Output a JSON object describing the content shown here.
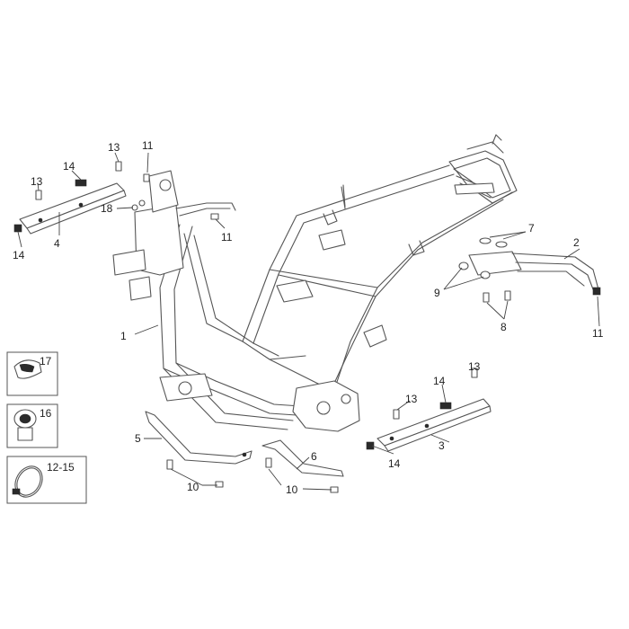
{
  "labels": {
    "part_1": "1",
    "part_2": "2",
    "part_3": "3",
    "part_4": "4",
    "part_5": "5",
    "part_6": "6",
    "part_7": "7",
    "part_8": "8",
    "part_9": "9",
    "part_10": "10",
    "part_11": "11",
    "part_12_15": "12-15",
    "part_13": "13",
    "part_14": "14",
    "part_16": "16",
    "part_17": "17",
    "part_18": "18"
  },
  "colors": {
    "line": "#555555",
    "dark_part": "#2a2a2a",
    "background": "#ffffff"
  }
}
